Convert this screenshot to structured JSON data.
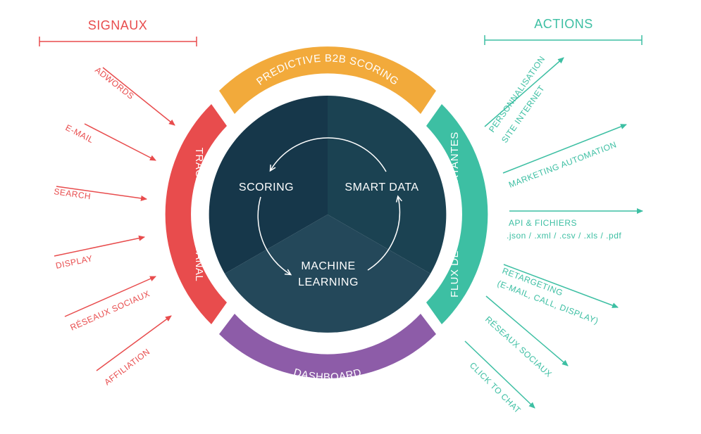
{
  "colors": {
    "signals": "#e84c4d",
    "actions": "#3dbfa3",
    "top_arc": "#f2aa3b",
    "right_arc": "#3dbfa3",
    "bottom_arc": "#8d5ca8",
    "left_arc": "#e84c4d",
    "center_dark": "#16374a",
    "center_mid": "#1b4252",
    "center_light": "#24485a",
    "center_text": "#ffffff"
  },
  "signals": {
    "title": "SIGNAUX",
    "items": [
      "ADWORDS",
      "E-MAIL",
      "SEARCH",
      "DISPLAY",
      "RÉSEAUX SOCIAUX",
      "AFFILIATION"
    ]
  },
  "actions": {
    "title": "ACTIONS",
    "items": [
      {
        "line1": "PERSONNALISATION",
        "line2": "SITE INTERNET"
      },
      {
        "line1": "MARKETING AUTOMATION",
        "line2": ""
      },
      {
        "line1": "API & FICHIERS",
        "line2": ".json / .xml / .csv / .xls / .pdf"
      },
      {
        "line1": "RETARGETING",
        "line2": "(E-MAIL, CALL, DISPLAY)"
      },
      {
        "line1": "RÉSEAUX SOCIAUX",
        "line2": ""
      },
      {
        "line1": "CLICK TO CHAT",
        "line2": ""
      }
    ]
  },
  "ring": {
    "top": "PREDICTIVE B2B SCORING",
    "right": "FLUX DE DONéES SORTANTES",
    "bottom": "DASHBOARD",
    "left": "TRACKING MULTI-CANAL"
  },
  "center": {
    "scoring": "SCORING",
    "smart_data": "SMART DATA",
    "ml_line1": "MACHINE",
    "ml_line2": "LEARNING"
  }
}
